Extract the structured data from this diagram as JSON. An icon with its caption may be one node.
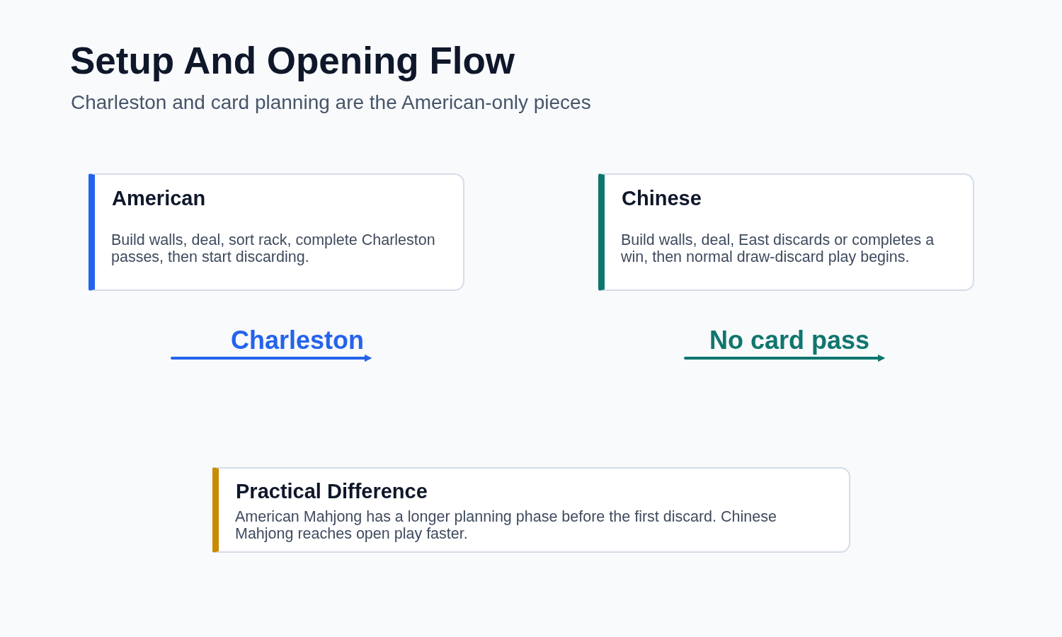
{
  "diagram": {
    "title": "Setup And Opening Flow",
    "caption": "Charleston and card planning are the American-only pieces",
    "nodes": [
      {
        "text": [
          "American",
          "Build walls, deal, sort rack, complete Charleston passes, then start discarding."
        ]
      },
      {
        "text": [
          "Chinese",
          "Build walls, deal, East discards or completes a win, then normal draw-discard play begins."
        ]
      },
      {
        "text": [
          "Practical Difference",
          "American Mahjong has a longer planning phase before the first discard. Chinese Mahjong reaches open play faster."
        ]
      }
    ],
    "labels": [
      "Charleston",
      "No card pass"
    ]
  }
}
